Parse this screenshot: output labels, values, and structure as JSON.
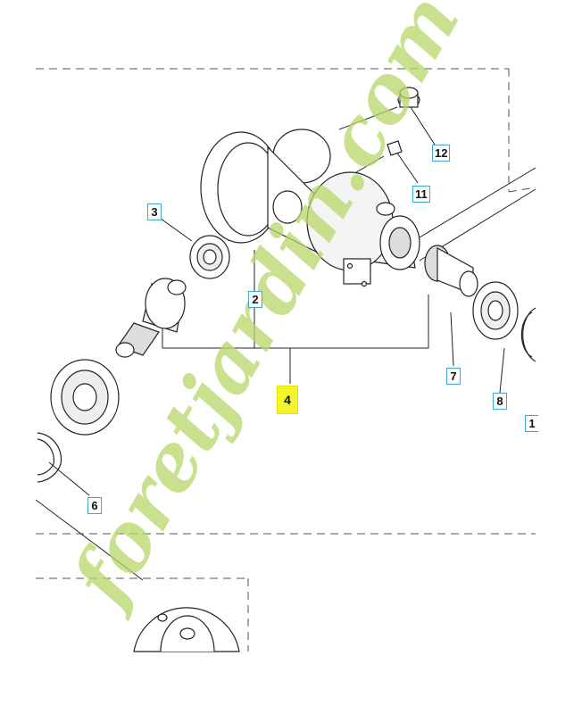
{
  "diagram": {
    "callouts": [
      {
        "id": "2",
        "text": "2"
      },
      {
        "id": "3",
        "text": "3"
      },
      {
        "id": "4",
        "text": "4"
      },
      {
        "id": "6",
        "text": "6"
      },
      {
        "id": "7",
        "text": "7"
      },
      {
        "id": "8",
        "text": "8"
      },
      {
        "id": "10",
        "text": "1"
      },
      {
        "id": "11",
        "text": "11"
      },
      {
        "id": "12",
        "text": "12"
      }
    ],
    "highlight_color": "#f4f42a",
    "callout_border_color": "#3aa7d8"
  },
  "watermark": {
    "text": "foretjardin.com",
    "colors": [
      "#b8d86a",
      "#f2a85c",
      "#a8a8a8"
    ]
  }
}
